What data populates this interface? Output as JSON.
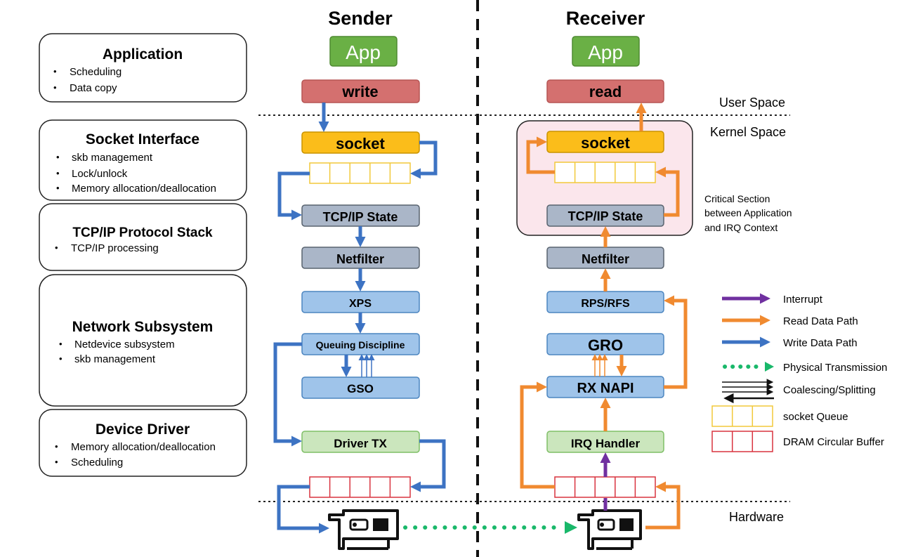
{
  "columns": {
    "sender": "Sender",
    "receiver": "Receiver"
  },
  "layers": [
    {
      "title": "Application",
      "bullets": [
        "Scheduling",
        "Data copy"
      ]
    },
    {
      "title": "Socket Interface",
      "bullets": [
        "skb management",
        "Lock/unlock",
        "Memory allocation/deallocation"
      ]
    },
    {
      "title": "TCP/IP Protocol Stack",
      "bullets": [
        "TCP/IP processing"
      ]
    },
    {
      "title": "Network Subsystem",
      "bullets": [
        "Netdevice subsystem",
        "skb management"
      ]
    },
    {
      "title": "Device Driver",
      "bullets": [
        "Memory allocation/deallocation",
        "Scheduling"
      ]
    }
  ],
  "sender": {
    "app": "App",
    "write": "write",
    "socket": "socket",
    "tcp": "TCP/IP State",
    "netfilter": "Netfilter",
    "xps": "XPS",
    "qdisc": "Queuing Discipline",
    "gso": "GSO",
    "driver_tx": "Driver TX"
  },
  "receiver": {
    "app": "App",
    "read": "read",
    "socket": "socket",
    "tcp": "TCP/IP State",
    "netfilter": "Netfilter",
    "rps": "RPS/RFS",
    "gro": "GRO",
    "rx_napi": "RX NAPI",
    "irq": "IRQ Handler"
  },
  "spaces": {
    "user": "User Space",
    "kernel": "Kernel Space",
    "hardware": "Hardware"
  },
  "critical_section": [
    "Critical Section",
    "between Application",
    "and IRQ Context"
  ],
  "legend": [
    "Interrupt",
    "Read Data Path",
    "Write Data Path",
    "Physical Transmission",
    "Coalescing/Splitting",
    "socket Queue",
    "DRAM Circular Buffer"
  ],
  "colors": {
    "app": "#6ab045",
    "syscall": "#d4706f",
    "socket": "#fbbd1a",
    "grey": "#aab6c8",
    "blue_box": "#9fc4ea",
    "green_box": "#cbe6bd",
    "pink": "#fbe6ec",
    "write_path": "#3d73c3",
    "read_path": "#f08a30",
    "interrupt": "#7030a0",
    "physical": "#19b86a",
    "queue_border": "#f2c93a",
    "dram_border": "#d9333f"
  }
}
